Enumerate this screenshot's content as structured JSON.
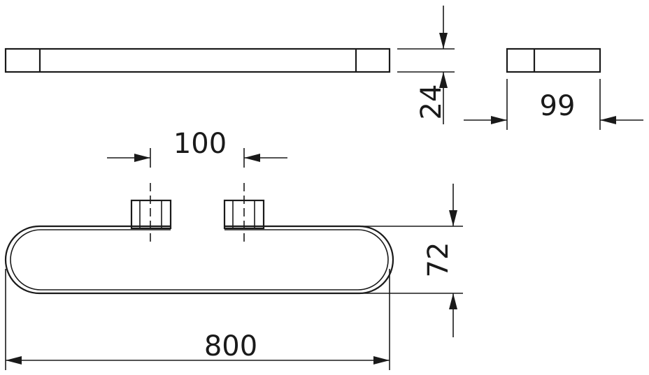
{
  "dimensions": {
    "height_24": "24",
    "depth_99": "99",
    "spacing_100": "100",
    "height_72": "72",
    "length_800": "800"
  }
}
